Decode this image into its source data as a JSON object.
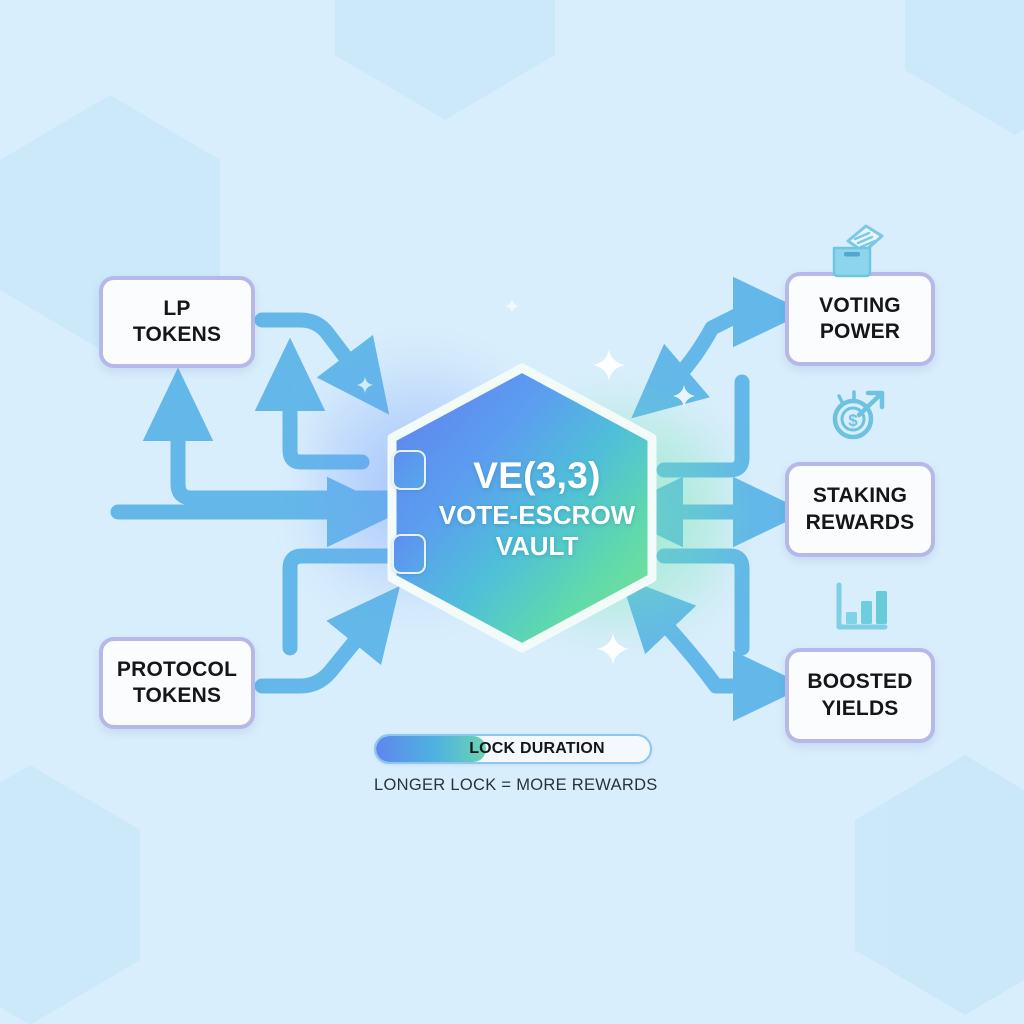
{
  "diagram": {
    "background_color": "#d9eefc",
    "accent_arrow_color": "#6bb8ea",
    "node_border_color": "#b6b9e8",
    "gradient_blue": "#5f86ee",
    "gradient_green": "#6ddfa4"
  },
  "center": {
    "title": "VE(3,3)",
    "subtitle_line1": "VOTE-ESCROW",
    "subtitle_line2": "VAULT",
    "shape": "hexagon"
  },
  "inputs": [
    {
      "id": "lp-tokens",
      "line1": "LP",
      "line2": "TOKENS"
    },
    {
      "id": "protocol-tokens",
      "line1": "PROTOCOL",
      "line2": "TOKENS"
    }
  ],
  "outputs": [
    {
      "id": "voting-power",
      "line1": "VOTING",
      "line2": "POWER",
      "icon": "ballot-box-icon"
    },
    {
      "id": "staking-rewards",
      "line1": "STAKING",
      "line2": "REWARDS",
      "icon": "coin-growth-icon"
    },
    {
      "id": "boosted-yields",
      "line1": "BOOSTED",
      "line2": "YIELDS",
      "icon": "bar-chart-icon"
    }
  ],
  "lock_duration": {
    "label": "LOCK DURATION",
    "caption": "LONGER LOCK = MORE REWARDS",
    "fill_percent": 40
  }
}
